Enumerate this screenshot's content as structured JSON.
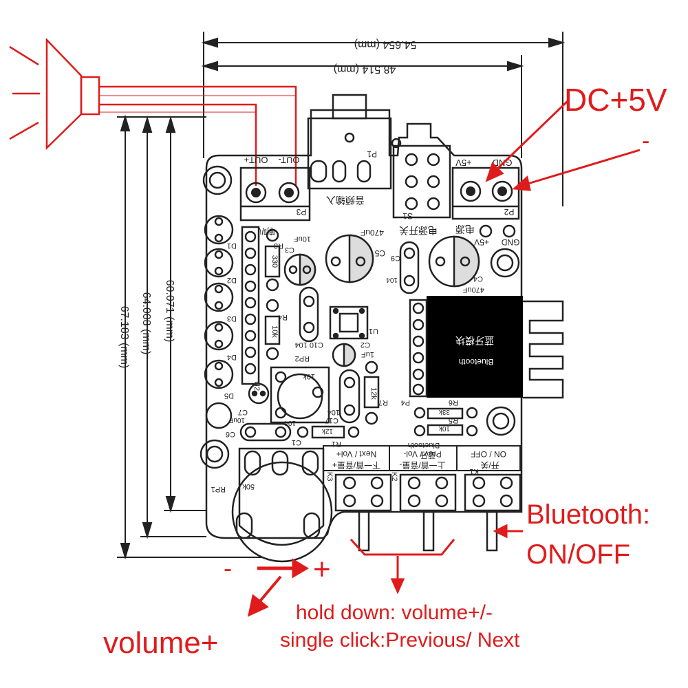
{
  "dimensions": {
    "width_total": "54.654 (mm)",
    "width_inner": "48.514 (mm)",
    "height_1": "67.183 (mm)",
    "height_2": "64.008 (mm)",
    "height_3": "60.071 (mm)"
  },
  "annotations": {
    "dc_power": "DC+5V",
    "negative": "-",
    "bluetooth_line1": "Bluetooth:",
    "bluetooth_line2": "ON/OFF",
    "volume_minus": "-",
    "volume_plus_sign": "+",
    "hold_down": "hold down:  volume+/-",
    "single_click": "single click:Previous/ Next",
    "volume_plus": "volume+"
  },
  "silkscreen": {
    "out_plus": "OUT+",
    "out_minus": "OUT-",
    "p3": "P3",
    "p1": "P1",
    "audio_input": "音频输入",
    "s1": "S1",
    "power_switch": "电源开关",
    "plus5v": "+5V",
    "gnd": "GND",
    "p2": "P2",
    "power": "电源",
    "plus5v_b": "+5V",
    "gnd_b": "GND",
    "horn": "喇叭",
    "c3": "C3",
    "c3_val": "10uF",
    "c5": "C5",
    "c5_val": "470uF",
    "c4": "C4",
    "c4_val": "470uF",
    "c9": "C9",
    "c9_val": "104",
    "r3": "R3",
    "r3_val": "330",
    "r4": "R4",
    "r4_val": "10k",
    "u1": "U1",
    "c10": "C10 104",
    "c2": "C2",
    "c2_val": "1uF",
    "rp2": "RP2",
    "rp2_val": "10k",
    "r7": "R7",
    "r7_val": "12k",
    "c17": "C17",
    "c17_val": "104",
    "r1": "R1",
    "r1_val": "12k",
    "c1": "C1",
    "c1_val": "104",
    "c6": "C6",
    "c7": "C7",
    "c7_val": "10uF",
    "u2": "U2",
    "d1": "D1",
    "d2": "D2",
    "d3": "D3",
    "d4": "D4",
    "d5": "D5",
    "rp1": "RP1",
    "rp1_val": "50k",
    "bt_cn": "蓝牙模块",
    "bt_en": "Bluetooth",
    "p4": "P4",
    "r6": "R6",
    "r6_val": "33k",
    "r5": "R5",
    "r5_val": "10k",
    "bt_label_en": "Bluetooth",
    "bt_label_cn": "蓝牙",
    "on_off": "ON / OFF",
    "on_off_cn": "开/关",
    "prev": "Prev / Vol-",
    "prev_cn": "上一首/音量-",
    "next": "Next / Vol+",
    "next_cn": "下一首/音量+",
    "k1": "K1",
    "k2": "K2",
    "k3": "K3"
  }
}
